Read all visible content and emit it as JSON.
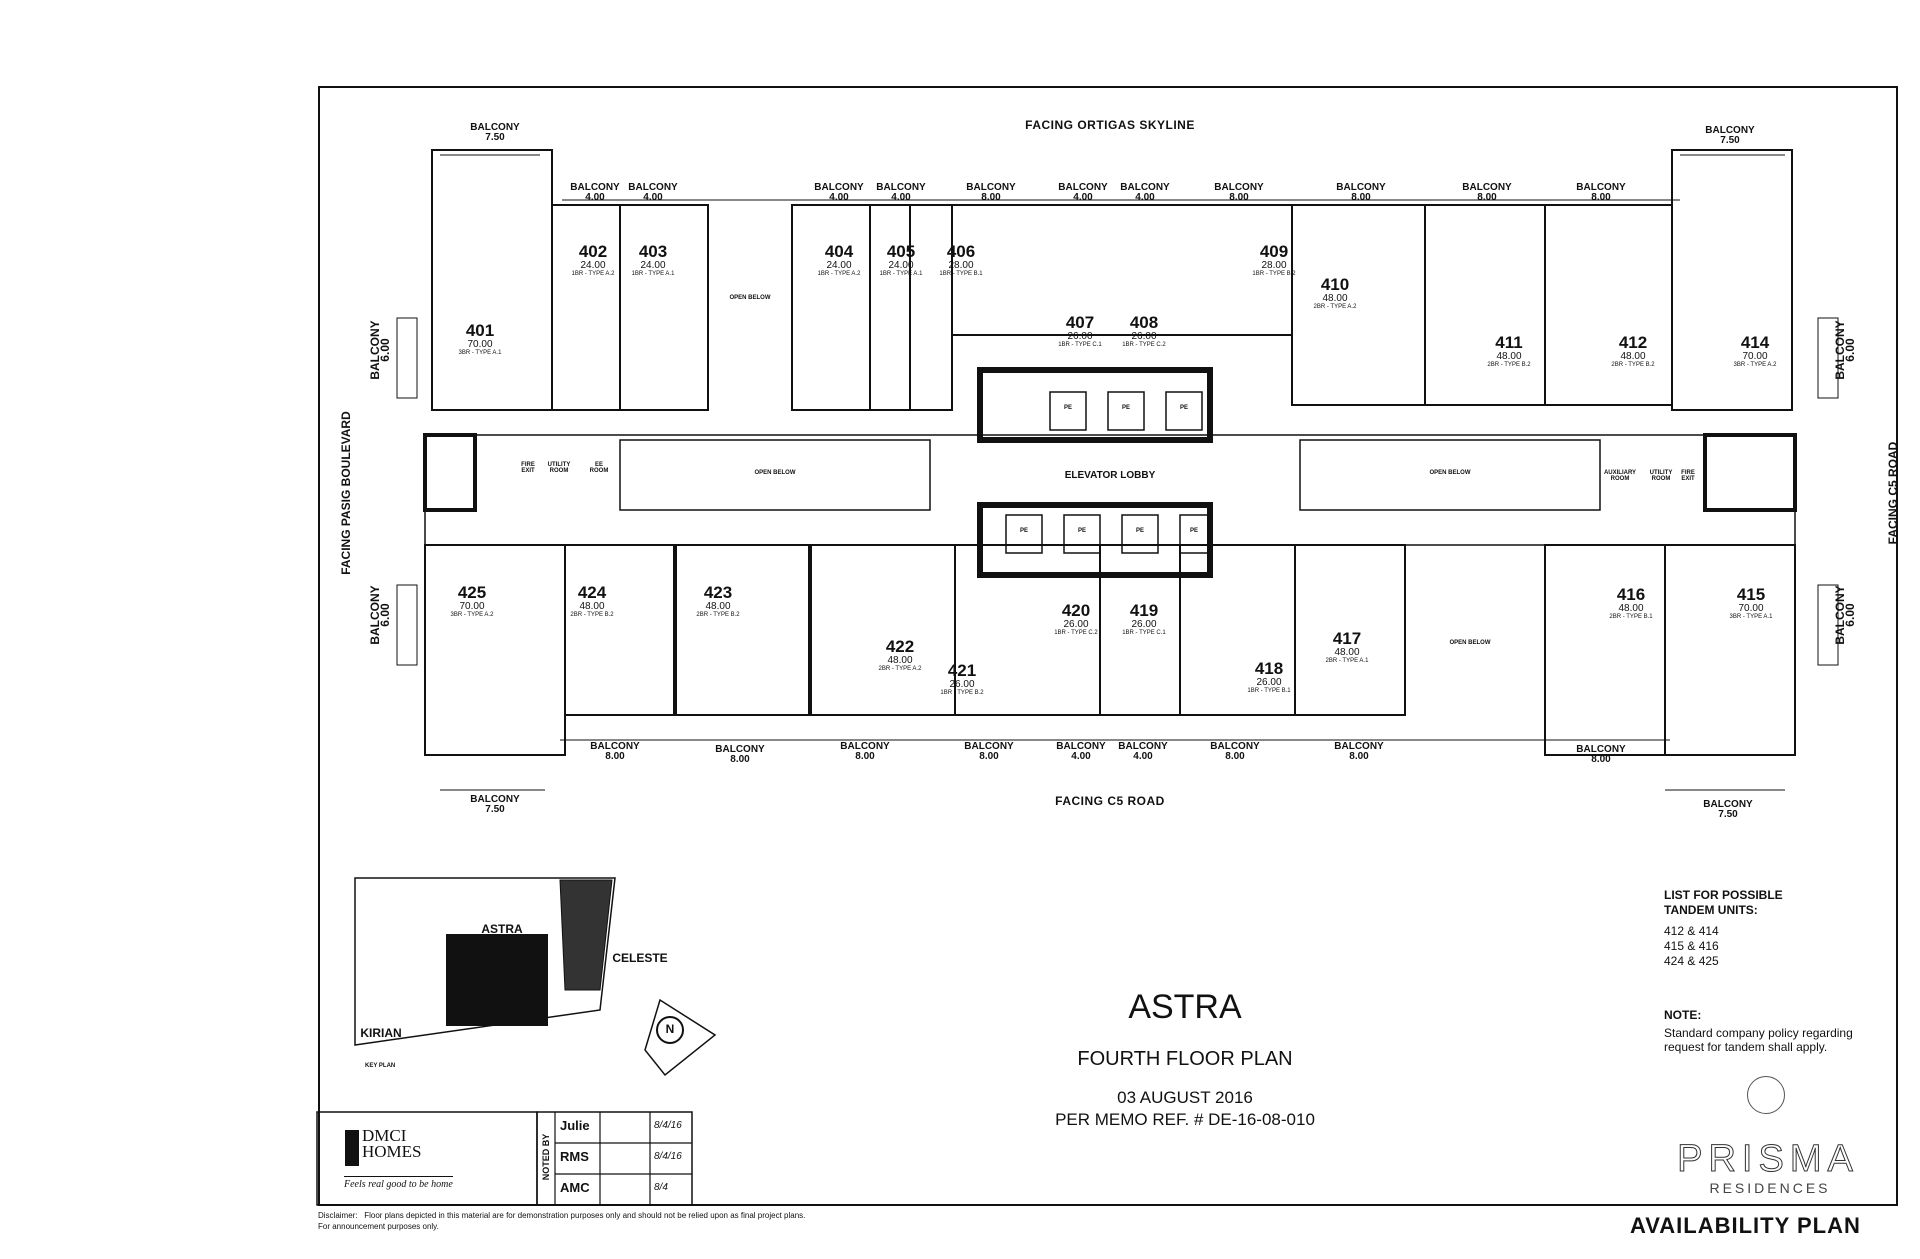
{
  "facing": {
    "top": "FACING ORTIGAS SKYLINE",
    "bottom": "FACING C5 ROAD",
    "left": "FACING PASIG BOULEVARD",
    "right": "FACING C5 ROAD"
  },
  "balconies": {
    "top_left": "BALCONY\n7.50",
    "top_right": "BALCONY\n7.50",
    "bottom_left": "BALCONY\n7.50",
    "bottom_right": "BALCONY\n7.50",
    "left_upper": "BALCONY\n6.00",
    "left_lower": "BALCONY\n6.00",
    "right_upper": "BALCONY\n6.00",
    "right_lower": "BALCONY\n6.00",
    "top_row": [
      "BALCONY\n4.00",
      "BALCONY\n4.00",
      "BALCONY\n4.00",
      "BALCONY\n4.00",
      "BALCONY\n8.00",
      "BALCONY\n4.00",
      "BALCONY\n4.00",
      "BALCONY\n8.00",
      "BALCONY\n8.00",
      "BALCONY\n8.00",
      "BALCONY\n8.00"
    ],
    "bottom_row": [
      "BALCONY\n8.00",
      "BALCONY\n8.00",
      "BALCONY\n8.00",
      "BALCONY\n8.00",
      "BALCONY\n4.00",
      "BALCONY\n4.00",
      "BALCONY\n8.00",
      "BALCONY\n8.00",
      "BALCONY\n8.00"
    ]
  },
  "units": [
    {
      "no": "401",
      "area": "70.00",
      "type": "3BR - TYPE A.1"
    },
    {
      "no": "402",
      "area": "24.00",
      "type": "1BR - TYPE A.2"
    },
    {
      "no": "403",
      "area": "24.00",
      "type": "1BR - TYPE A.1"
    },
    {
      "no": "404",
      "area": "24.00",
      "type": "1BR - TYPE A.2"
    },
    {
      "no": "405",
      "area": "24.00",
      "type": "1BR - TYPE A.1"
    },
    {
      "no": "406",
      "area": "28.00",
      "type": "1BR - TYPE B.1"
    },
    {
      "no": "407",
      "area": "26.00",
      "type": "1BR - TYPE C.1"
    },
    {
      "no": "408",
      "area": "26.00",
      "type": "1BR - TYPE C.2"
    },
    {
      "no": "409",
      "area": "28.00",
      "type": "1BR - TYPE B.2"
    },
    {
      "no": "410",
      "area": "48.00",
      "type": "2BR - TYPE A.2"
    },
    {
      "no": "411",
      "area": "48.00",
      "type": "2BR - TYPE B.2"
    },
    {
      "no": "412",
      "area": "48.00",
      "type": "2BR - TYPE B.2"
    },
    {
      "no": "414",
      "area": "70.00",
      "type": "3BR - TYPE A.2"
    },
    {
      "no": "415",
      "area": "70.00",
      "type": "3BR - TYPE A.1"
    },
    {
      "no": "416",
      "area": "48.00",
      "type": "2BR - TYPE B.1"
    },
    {
      "no": "417",
      "area": "48.00",
      "type": "2BR - TYPE A.1"
    },
    {
      "no": "418",
      "area": "26.00",
      "type": "1BR - TYPE B.1"
    },
    {
      "no": "419",
      "area": "26.00",
      "type": "1BR - TYPE C.1"
    },
    {
      "no": "420",
      "area": "26.00",
      "type": "1BR - TYPE C.2"
    },
    {
      "no": "421",
      "area": "26.00",
      "type": "1BR - TYPE B.2"
    },
    {
      "no": "422",
      "area": "48.00",
      "type": "2BR - TYPE A.2"
    },
    {
      "no": "423",
      "area": "48.00",
      "type": "2BR - TYPE B.2"
    },
    {
      "no": "424",
      "area": "48.00",
      "type": "2BR - TYPE B.2"
    },
    {
      "no": "425",
      "area": "70.00",
      "type": "3BR - TYPE A.2"
    }
  ],
  "core": {
    "elevator_lobby": "ELEVATOR LOBBY",
    "open_below": "OPEN BELOW",
    "pe": "PE",
    "fire_exit": "FIRE\nEXIT",
    "utility_room": "UTILITY\nROOM",
    "ee_room": "EE\nROOM",
    "auxiliary_room": "AUXILIARY\nROOM"
  },
  "key_plan": {
    "astra": "ASTRA",
    "celeste": "CELESTE",
    "kirian": "KIRIAN",
    "north": "N",
    "caption": "KEY PLAN"
  },
  "title": {
    "project": "ASTRA",
    "floor": "FOURTH FLOOR PLAN",
    "date": "03 AUGUST 2016",
    "memo": "PER MEMO REF. # DE-16-08-010"
  },
  "tandem": {
    "heading": "LIST FOR POSSIBLE\nTANDEM UNITS:",
    "items": [
      "412 & 414",
      "415 & 416",
      "424 & 425"
    ]
  },
  "note": {
    "heading": "NOTE:",
    "text": "Standard company policy regarding\nrequest for tandem shall apply."
  },
  "logo": {
    "company": "DMCI\nHOMES",
    "tagline": "Feels real good to be home",
    "brand": "PRISMA",
    "brand_sub": "RESIDENCES"
  },
  "noted_by": {
    "label": "NOTED BY",
    "rows": [
      {
        "name": "Julie",
        "date": "8/4/16"
      },
      {
        "name": "RMS",
        "date": "8/4/16"
      },
      {
        "name": "AMC",
        "date": "8/4"
      }
    ]
  },
  "disclaimer": "Disclaimer:   Floor plans depicted in this material are for demonstration purposes only and should not be relied upon as final project plans.\nFor announcement purposes only.",
  "footer": "AVAILABILITY PLAN"
}
